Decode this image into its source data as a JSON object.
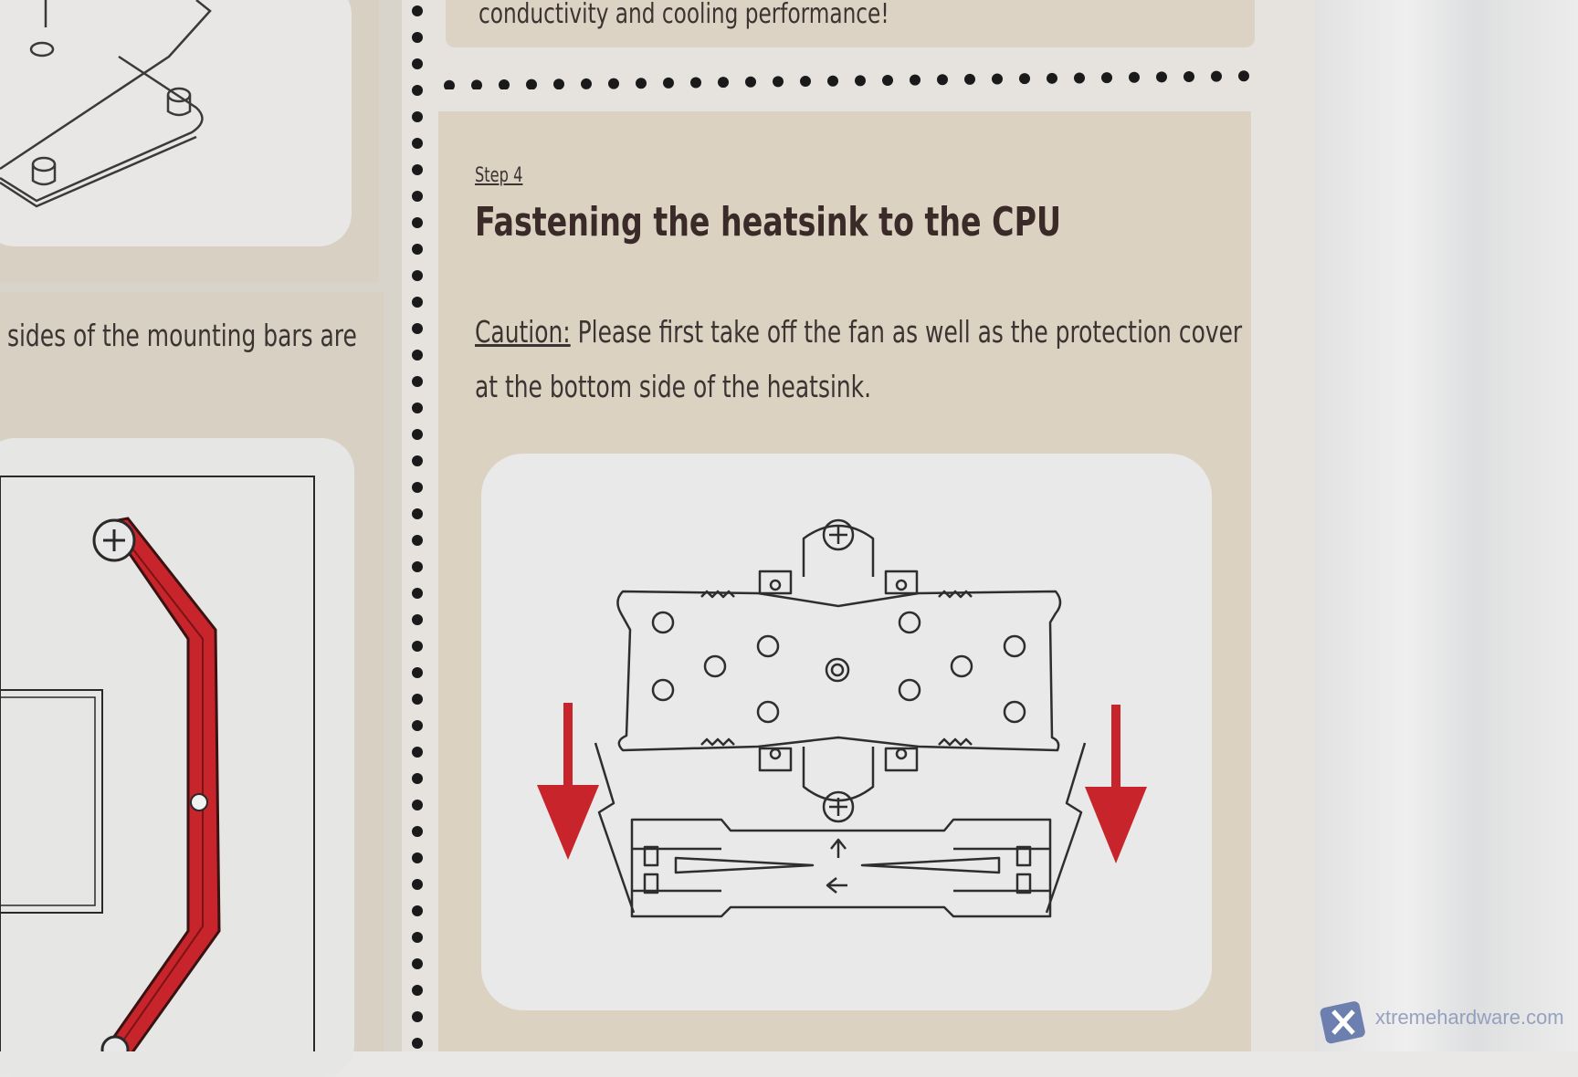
{
  "top_section": {
    "text": "conductivity and cooling performance!"
  },
  "left_section": {
    "text": "sides of the mounting bars are"
  },
  "step": {
    "label": "Step 4",
    "title": "Fastening the heatsink to the CPU",
    "caution_label": "Caution:",
    "caution_line1": "Please first take off the fan as well as the protection cover",
    "caution_line2": "at the bottom side of the heatsink."
  },
  "watermark": {
    "text": "xtremehardware.com",
    "icon": "x-logo-icon"
  },
  "icons": [
    "screw-plus-icon",
    "arrow-up-icon",
    "arrow-left-icon",
    "red-arrow-down-icon"
  ],
  "colors": {
    "accent_red": "#c8242b",
    "panel_beige": "#dbd2c2",
    "card_gray": "#e9e9e9",
    "ink": "#3b3432"
  }
}
